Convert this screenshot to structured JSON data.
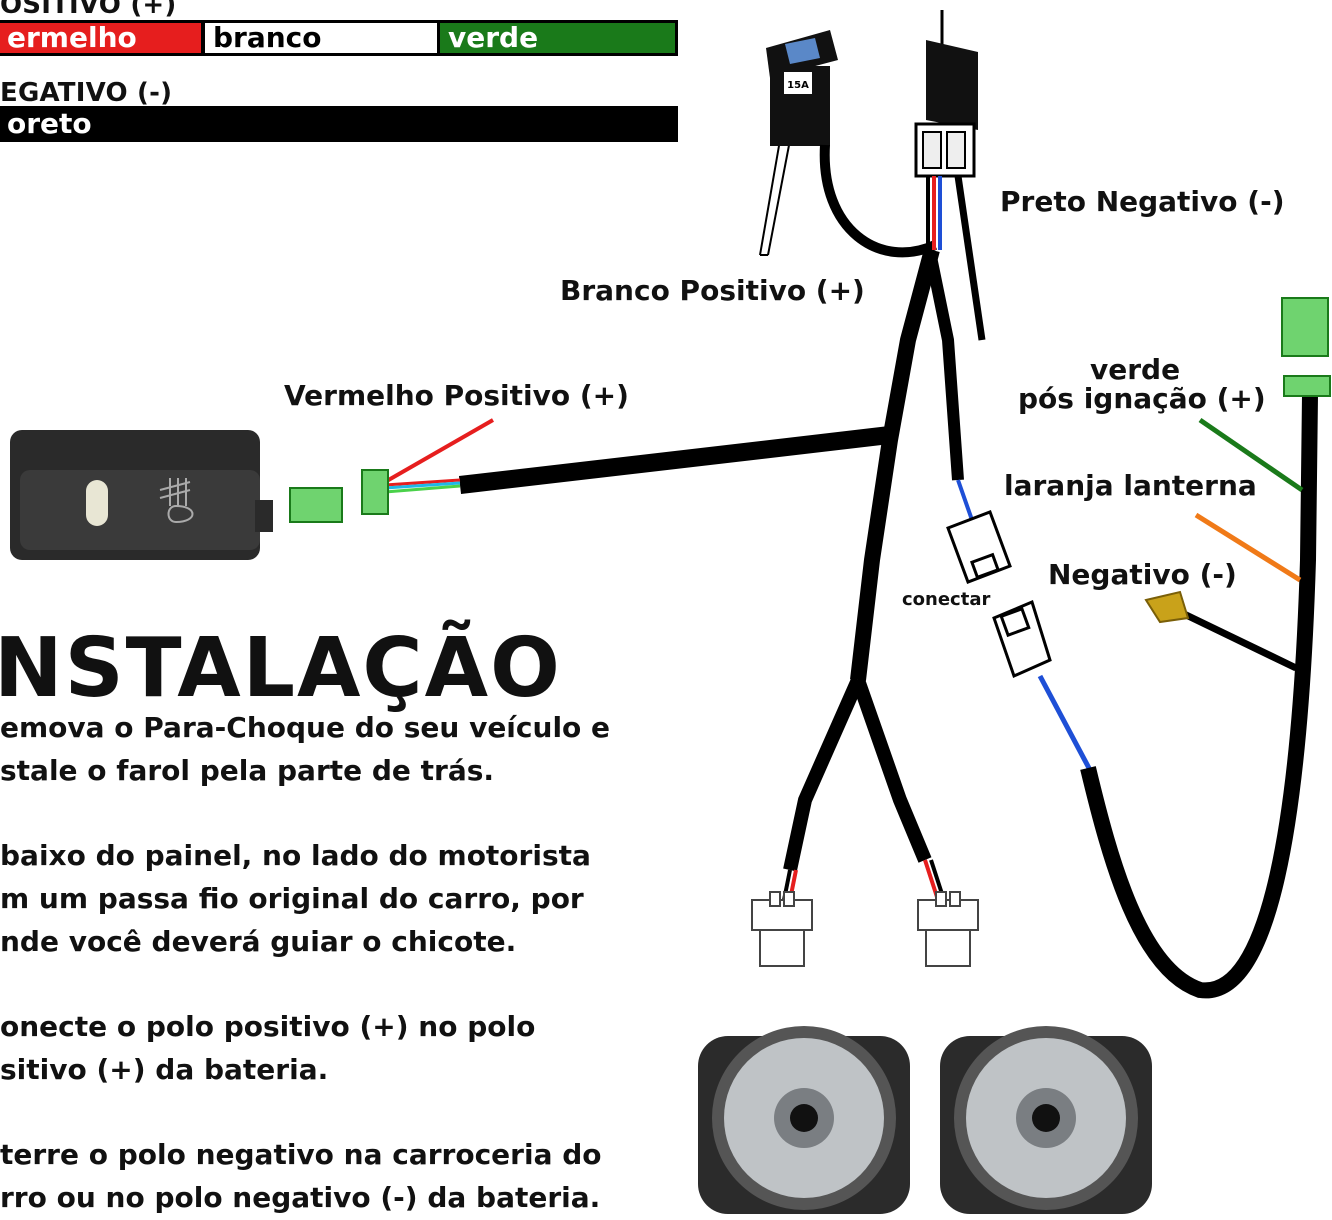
{
  "legend": {
    "positive_title": "OSITIVO (+)",
    "negative_title": "EGATIVO (-)",
    "positive_swatches": [
      {
        "label": "ermelho",
        "color": "#e61e1e"
      },
      {
        "label": "branco",
        "color": "#ffffff"
      },
      {
        "label": "verde",
        "color": "#1a7a1a"
      }
    ],
    "negative_swatch": {
      "label": "preto",
      "display": "oreto",
      "color": "#000000"
    }
  },
  "labels": {
    "preto_negativo": "Preto Negativo (-)",
    "branco_positivo": "Branco Positivo (+)",
    "vermelho_positivo": "Vermelho Positivo (+)",
    "verde": "verde",
    "pos_ignacao": "pós ignação (+)",
    "laranja_lanterna": "laranja lanterna",
    "negativo": "Negativo (-)",
    "conectar": "conectar",
    "fuse": "15A"
  },
  "instructions": {
    "heading": "NSTALAÇÃO",
    "lines": [
      "emova o Para-Choque do seu veículo e",
      "stale o farol pela parte de trás.",
      "baixo do painel, no lado do motorista",
      "m um passa fio original do carro, por",
      "nde você deverá guiar o chicote.",
      "onecte o polo positivo (+) no polo",
      "sitivo (+) da bateria.",
      "terre o polo negativo na  carroceria do",
      "rro ou no polo negativo (-) da bateria."
    ]
  },
  "colors": {
    "red": "#e61e1e",
    "green": "#1a7a1a",
    "blue": "#1e4fd6",
    "orange": "#f07a18",
    "gold": "#c9a21a"
  }
}
